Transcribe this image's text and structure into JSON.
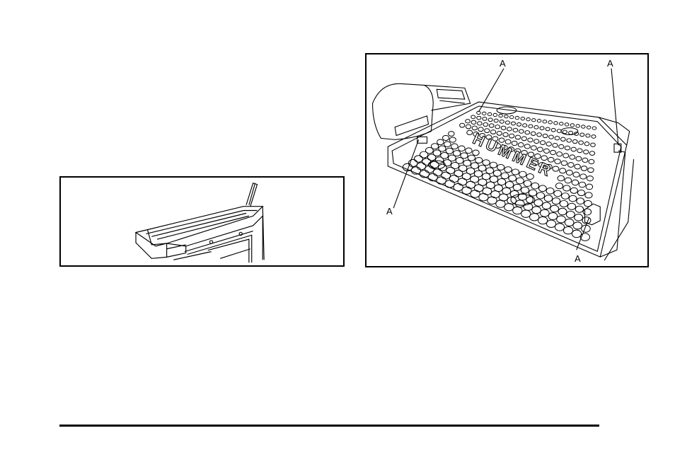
{
  "figure_left": {
    "subject": "tailgate-edge-illustration"
  },
  "figure_right": {
    "subject": "cargo-floor-mat-illustration",
    "mat_text": "HUMMER",
    "callouts": [
      "A",
      "A",
      "A",
      "A"
    ]
  },
  "footer": {
    "rule": true
  }
}
